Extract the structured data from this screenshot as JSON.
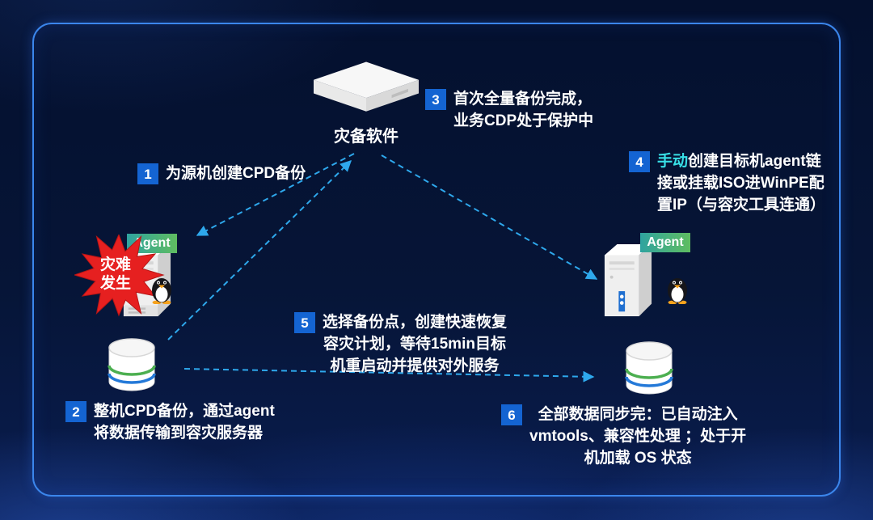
{
  "palette": {
    "accent": "#2ea8ec",
    "step_box": "#1464d2",
    "highlight": "#38dfe6",
    "agent_badge_from": "#2fa3a0",
    "agent_badge_to": "#5fbd60",
    "star_red": "#e62020",
    "border": "#3b86ec"
  },
  "nodes": {
    "dr_software_label": "灾备软件",
    "agent_left": "Agent",
    "agent_right": "Agent",
    "disaster": {
      "line1": "灾难",
      "line2": "发生"
    }
  },
  "steps": [
    {
      "num": "1",
      "lines": [
        "为源机创建CPD备份"
      ]
    },
    {
      "num": "2",
      "lines": [
        "整机CPD备份，通过agent",
        "将数据传输到容灾服务器"
      ]
    },
    {
      "num": "3",
      "lines": [
        "首次全量备份完成，",
        "业务CDP处于保护中"
      ]
    },
    {
      "num": "4",
      "highlight": "手动",
      "lines": [
        "创建目标机agent链",
        "接或挂载ISO进WinPE配",
        "置IP（与容灾工具连通）"
      ]
    },
    {
      "num": "5",
      "lines": [
        "选择备份点，创建快速恢复",
        "容灾计划，等待15min目标",
        "机重启动并提供对外服务"
      ]
    },
    {
      "num": "6",
      "lines": [
        "全部数据同步完：已自动注入",
        "vmtools、兼容性处理 ；处于开",
        "机加载 OS 状态"
      ]
    }
  ]
}
